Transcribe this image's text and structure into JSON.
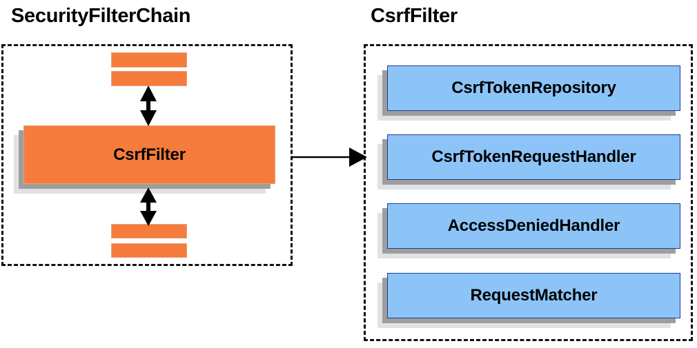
{
  "diagram": {
    "title_left": "SecurityFilterChain",
    "title_right": "CsrfFilter",
    "colors": {
      "orange_fill": "#F57C3C",
      "orange_border": "#E8A07A",
      "blue_fill": "#8CC4F8",
      "blue_border": "#1F3C93",
      "shadow_dark": "#9E9E9E",
      "shadow_light": "#E2E2E2",
      "outline": "#111111",
      "text": "#000000"
    }
  },
  "left_panel": {
    "title": "SecurityFilterChain",
    "filter_box": {
      "label": "CsrfFilter"
    },
    "filters_above": [
      {
        "label": ""
      },
      {
        "label": ""
      }
    ],
    "filters_below": [
      {
        "label": ""
      },
      {
        "label": ""
      }
    ],
    "arrows": [
      {
        "name": "arrow-above-csrffilter",
        "kind": "double-headed-vertical"
      },
      {
        "name": "arrow-below-csrffilter",
        "kind": "double-headed-vertical"
      }
    ]
  },
  "right_panel": {
    "title": "CsrfFilter",
    "components": [
      {
        "label": "CsrfTokenRepository"
      },
      {
        "label": "CsrfTokenRequestHandler"
      },
      {
        "label": "AccessDeniedHandler"
      },
      {
        "label": "RequestMatcher"
      }
    ]
  },
  "connector": {
    "name": "left-to-right-arrow",
    "kind": "single-headed-horizontal"
  }
}
